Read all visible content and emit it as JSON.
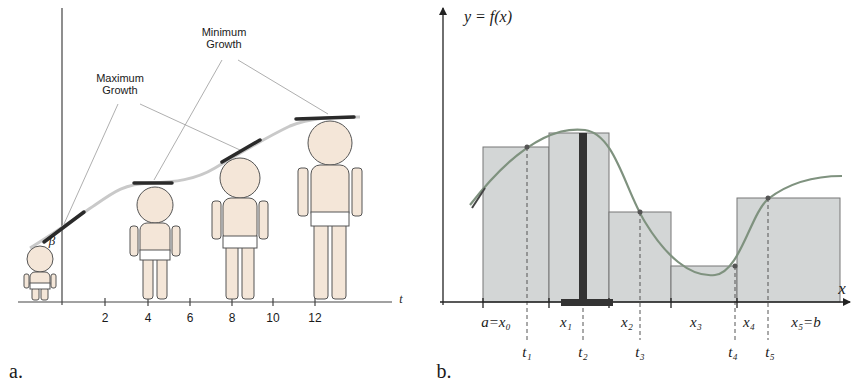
{
  "diagram": {
    "labels": [
      "Maximum Growth",
      "Minimum Growth",
      "β",
      "2",
      "4",
      "6",
      "8",
      "10",
      "12",
      "t",
      "a.",
      "y = f(x)",
      "x",
      "a=x₀",
      "x₁",
      "x₂",
      "x₃",
      "x₄",
      "x₅=b",
      "t₁",
      "t₂",
      "t₃",
      "t₄",
      "t₅",
      "b."
    ]
  }
}
